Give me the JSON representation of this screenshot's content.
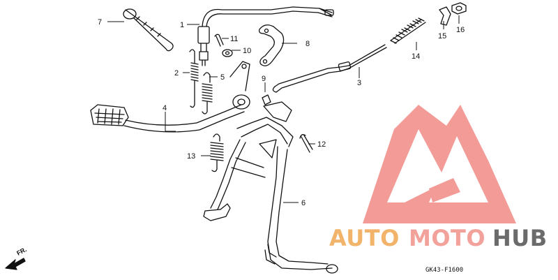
{
  "diagram": {
    "code": "GK43-F1600",
    "front_marker": "FR.",
    "labels": [
      {
        "id": "1",
        "text": "1"
      },
      {
        "id": "2",
        "text": "2"
      },
      {
        "id": "3",
        "text": "3"
      },
      {
        "id": "4",
        "text": "4"
      },
      {
        "id": "5",
        "text": "5"
      },
      {
        "id": "6",
        "text": "6"
      },
      {
        "id": "7",
        "text": "7"
      },
      {
        "id": "8",
        "text": "8"
      },
      {
        "id": "9",
        "text": "9"
      },
      {
        "id": "10",
        "text": "10"
      },
      {
        "id": "11",
        "text": "11"
      },
      {
        "id": "12",
        "text": "12"
      },
      {
        "id": "13",
        "text": "13"
      },
      {
        "id": "14",
        "text": "14"
      },
      {
        "id": "15",
        "text": "15"
      },
      {
        "id": "16",
        "text": "16"
      }
    ]
  },
  "watermark": {
    "text_parts": [
      "AUTO",
      "MOTO",
      "HUB"
    ],
    "colors": {
      "auto": "#f2b46b",
      "moto": "#f2a29a",
      "hub": "#6b6b6b",
      "logo": "#f08a86"
    }
  }
}
